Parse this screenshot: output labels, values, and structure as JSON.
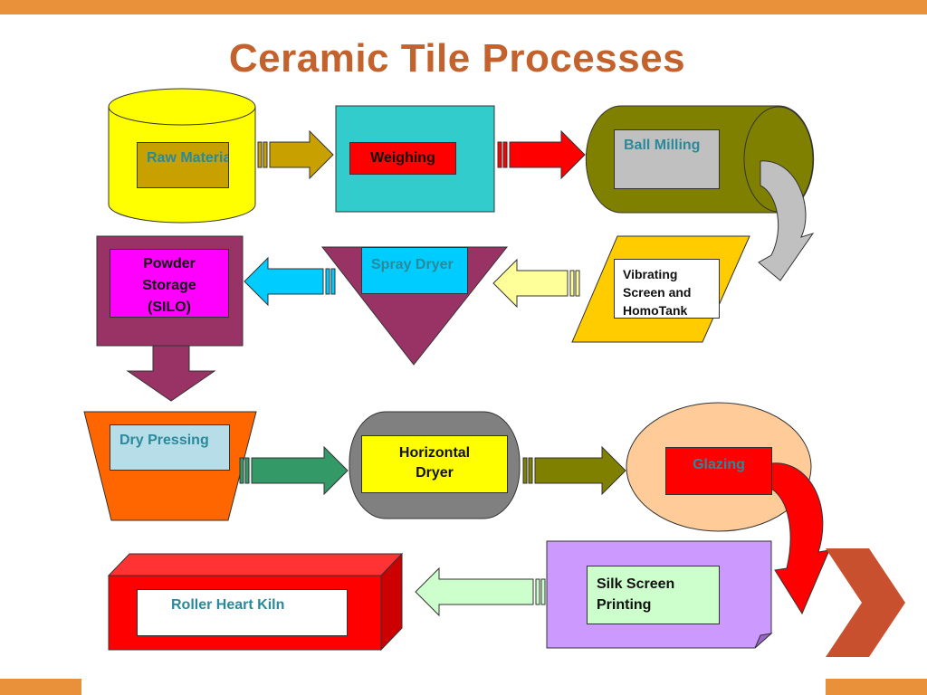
{
  "title": "Ceramic Tile Processes",
  "steps": {
    "raw_materials": "Raw Materials",
    "weighing": "Weighing",
    "ball_milling": "Ball Milling",
    "vibrating_screen": "Vibrating Screen and HomoTank",
    "spray_dryer": "Spray Dryer",
    "powder_storage": "Powder Storage (SILO)",
    "dry_pressing": "Dry Pressing",
    "horizontal_dryer": "Horizontal Dryer",
    "glazing": "Glazing",
    "silk_screen": "Silk Screen Printing",
    "roller_kiln": "Roller Heart Kiln"
  },
  "colors": {
    "accent_bar": "#e8913a",
    "title": "#c4622d",
    "label_text_teal": "#2a8a9a",
    "nav_arrow": "#c9502e"
  },
  "icons": [
    "next-slide-arrow-icon"
  ]
}
